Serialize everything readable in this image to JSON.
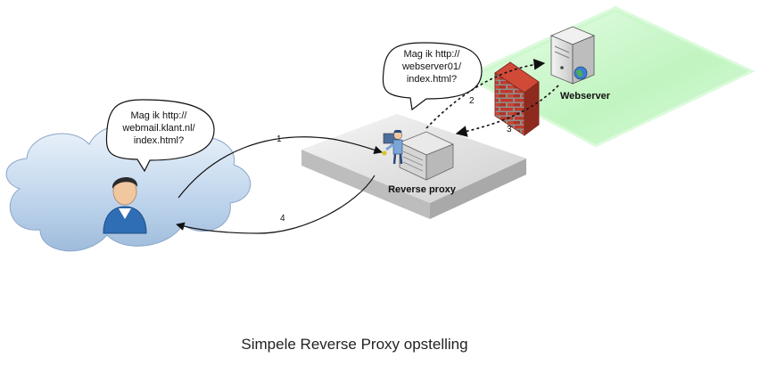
{
  "caption": "Simpele Reverse Proxy opstelling",
  "client": {
    "icon": "user-icon",
    "bubble_lines": [
      "Mag ik http://",
      "webmail.klant.nl/",
      "index.html?"
    ]
  },
  "proxy": {
    "label": "Reverse proxy",
    "icon": "proxy-server-icon"
  },
  "webserver": {
    "label": "Webserver",
    "icon": "server-tower-icon",
    "bubble_lines": [
      "Mag ik http://",
      "webserver01/",
      "index.html?"
    ]
  },
  "firewall": {
    "icon": "brick-firewall-icon"
  },
  "steps": [
    "1",
    "2",
    "3",
    "4"
  ],
  "colors": {
    "cloud": "#c9dcef",
    "proxy_platform": "#e3e3e3",
    "webserver_zone": "#b7f2b7",
    "firewall_brick": "#c0392b",
    "user_shirt": "#2f6db5"
  }
}
